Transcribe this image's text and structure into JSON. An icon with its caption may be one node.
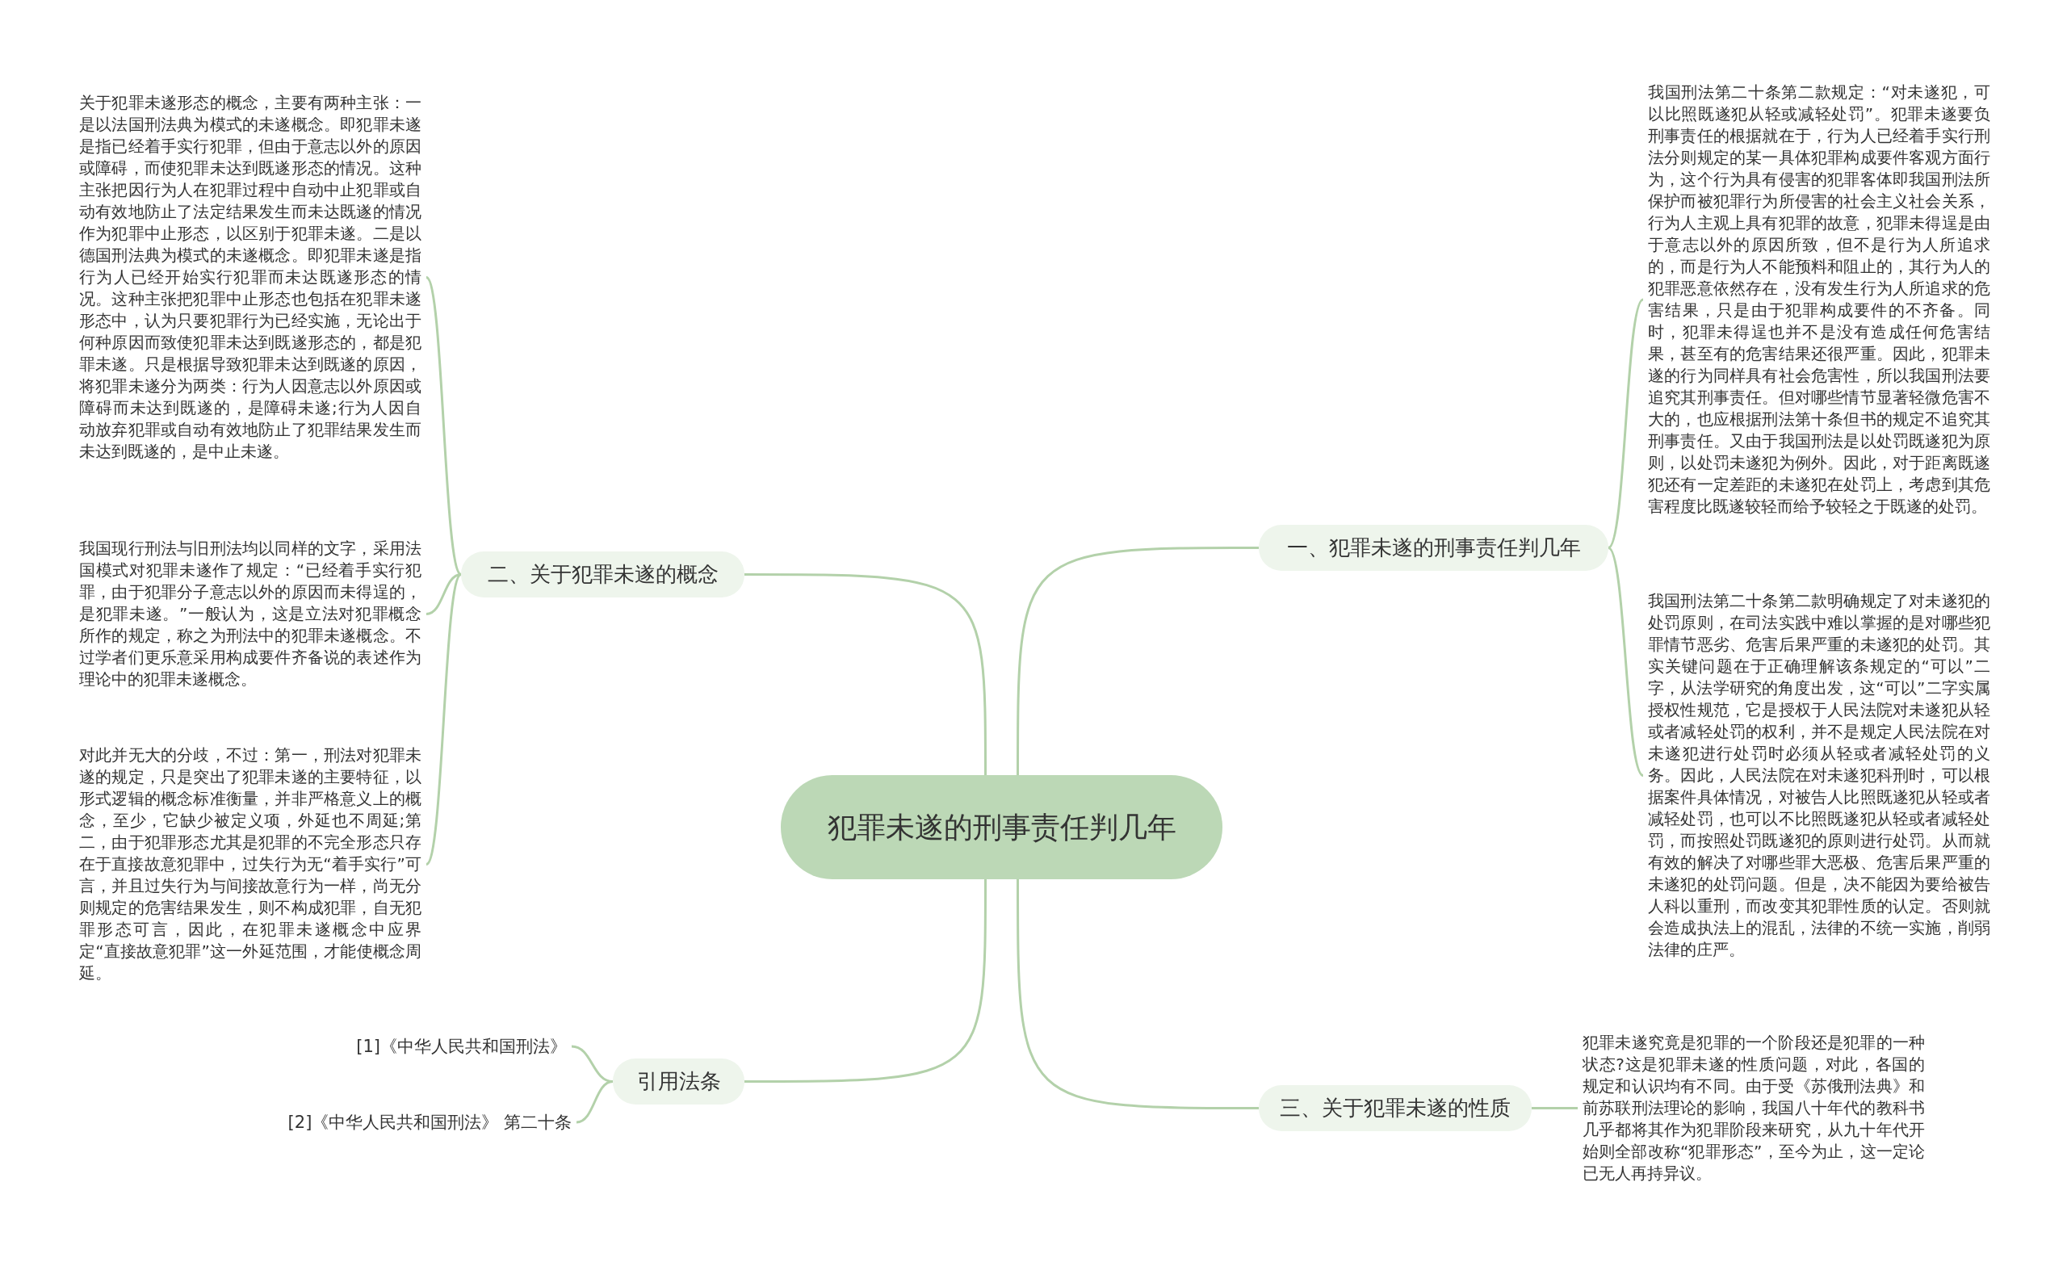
{
  "diagram": {
    "nodes": [
      {
        "text": [
          "犯罪未遂的刑事责任判几年"
        ]
      },
      {
        "text": [
          "一、犯罪未遂的刑事责任判几年"
        ]
      },
      {
        "text": [
          "我国刑法第二十条第二款规定：“对未遂犯，可以比照既遂犯从轻或减轻处罚”。犯罪未遂要负刑事责任的根据就在于，行为人已经着手实行刑法分则规定的某一具体犯罪构成要件客观方面行为，这个行为具有侵害的犯罪客体即我国刑法所保护而被犯罪行为所侵害的社会主义社会关系，行为人主观上具有犯罪的故意，犯罪未得逞是由于意志以外的原因所致，但不是行为人所追求的，而是行为人不能预料和阻止的，其行为人的犯罪恶意依然存在，没有发生行为人所追求的危害结果，只是由于犯罪构成要件的不齐备。同时，犯罪未得逞也并不是没有造成任何危害结果，甚至有的危害结果还很严重。因此，犯罪未遂的行为同样具有社会危害性，所以我国刑法要追究其刑事责任。但对哪些情节显著轻微危害不大的，也应根据刑法第十条但书的规定不追究其刑事责任。又由于我国刑法是以处罚既遂犯为原则，以处罚未遂犯为例外。因此，对于距离既遂犯还有一定差距的未遂犯在处罚上，考虑到其危害程度比既遂较轻而给予较轻之于既遂的处罚。"
        ]
      },
      {
        "text": [
          "我国刑法第二十条第二款明确规定了对未遂犯的处罚原则，在司法实践中难以掌握的是对哪些犯罪情节恶劣、危害后果严重的未遂犯的处罚。其实关键问题在于正确理解该条规定的“可以”二字，从法学研究的角度出发，这“可以”二字实属授权性规范，它是授权于人民法院对未遂犯从轻或者减轻处罚的权利，并不是规定人民法院在对未遂犯进行处罚时必须从轻或者减轻处罚的义务。因此，人民法院在对未遂犯科刑时，可以根据案件具体情况，对被告人比照既遂犯从轻或者减轻处罚，也可以不比照既遂犯从轻或者减轻处罚，而按照处罚既遂犯的原则进行处罚。从而就有效的解决了对哪些罪大恶极、危害后果严重的未遂犯的处罚问题。但是，决不能因为要给被告人科以重刑，而改变其犯罪性质的认定。否则就会造成执法上的混乱，法律的不统一实施，削弱法律的庄严。"
        ]
      },
      {
        "text": [
          "二、关于犯罪未遂的概念"
        ]
      },
      {
        "text": [
          "关于犯罪未遂形态的概念，主要有两种主张：一是以法国刑法典为模式的未遂概念。即犯罪未遂是指已经着手实行犯罪，但由于意志以外的原因或障碍，而使犯罪未达到既遂形态的情况。这种主张把因行为人在犯罪过程中自动中止犯罪或自动有效地防止了法定结果发生而未达既遂的情况作为犯罪中止形态，以区别于犯罪未遂。二是以德国刑法典为模式的未遂概念。即犯罪未遂是指行为人已经开始实行犯罪而未达既遂形态的情况。这种主张把犯罪中止形态也包括在犯罪未遂形态中，认为只要犯罪行为已经实施，无论出于何种原因而致使犯罪未达到既遂形态的，都是犯罪未遂。只是根据导致犯罪未达到既遂的原因，将犯罪未遂分为两类：行为人因意志以外原因或障碍而未达到既遂的，是障碍未遂;行为人因自动放弃犯罪或自动有效地防止了犯罪结果发生而未达到既遂的，是中止未遂。"
        ]
      },
      {
        "text": [
          "我国现行刑法与旧刑法均以同样的文字，采用法国模式对犯罪未遂作了规定：“已经着手实行犯罪，由于犯罪分子意志以外的原因而未得逞的，是犯罪未遂。”一般认为，这是立法对犯罪概念所作的规定，称之为刑法中的犯罪未遂概念。不过学者们更乐意采用构成要件齐备说的表述作为理论中的犯罪未遂概念。"
        ]
      },
      {
        "text": [
          "对此并无大的分歧，不过：第一，刑法对犯罪未遂的规定，只是突出了犯罪未遂的主要特征，以形式逻辑的概念标准衡量，并非严格意义上的概念，至少，它缺少被定义项，外延也不周延;第二，由于犯罪形态尤其是犯罪的不完全形态只存在于直接故意犯罪中，过失行为无“着手实行”可言，并且过失行为与间接故意行为一样，尚无分则规定的危害结果发生，则不构成犯罪，自无犯罪形态可言，因此，在犯罪未遂概念中应界定“直接故意犯罪”这一外延范围，才能使概念周延。"
        ]
      },
      {
        "text": [
          "三、关于犯罪未遂的性质"
        ]
      },
      {
        "text": [
          "犯罪未遂究竟是犯罪的一个阶段还是犯罪的一种状态?这是犯罪未遂的性质问题，对此，各国的规定和认识均有不同。由于受《苏俄刑法典》和前苏联刑法理论的影响，我国八十年代的教科书几乎都将其作为犯罪阶段来研究，从九十年代开始则全部改称“犯罪形态”，至今为止，这一定论已无人再持异议。"
        ]
      },
      {
        "text": [
          "引用法条"
        ]
      },
      {
        "text": [
          "[1]《中华人民共和国刑法》"
        ]
      },
      {
        "text": [
          "[2]《中华人民共和国刑法》 第二十条"
        ]
      }
    ],
    "edges": [
      {
        "from": 0,
        "to": 1,
        "arrow": "none"
      },
      {
        "from": 1,
        "to": 2,
        "arrow": "none"
      },
      {
        "from": 1,
        "to": 3,
        "arrow": "none"
      },
      {
        "from": 0,
        "to": 4,
        "arrow": "none"
      },
      {
        "from": 4,
        "to": 5,
        "arrow": "none"
      },
      {
        "from": 4,
        "to": 6,
        "arrow": "none"
      },
      {
        "from": 4,
        "to": 7,
        "arrow": "none"
      },
      {
        "from": 0,
        "to": 8,
        "arrow": "none"
      },
      {
        "from": 8,
        "to": 9,
        "arrow": "none"
      },
      {
        "from": 0,
        "to": 10,
        "arrow": "none"
      },
      {
        "from": 10,
        "to": 11,
        "arrow": "none"
      },
      {
        "from": 10,
        "to": 12,
        "arrow": "none"
      }
    ]
  }
}
